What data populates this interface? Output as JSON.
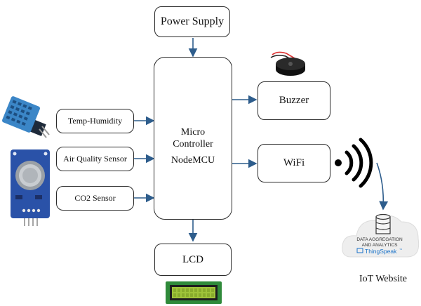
{
  "blocks": {
    "power_supply": "Power Supply",
    "controller_line1": "Micro",
    "controller_line2": "Controller",
    "controller_line3": "NodeMCU",
    "temp_humidity": "Temp-Humidity",
    "air_quality": "Air Quality Sensor",
    "co2": "CO2 Sensor",
    "buzzer": "Buzzer",
    "wifi": "WiFi",
    "lcd": "LCD"
  },
  "cloud": {
    "line1": "DATA AGGREGATION",
    "line2": "AND ANALYTICS",
    "brand": "ThingSpeak",
    "brand_mark": "™"
  },
  "iot_caption": "IoT Website",
  "colors": {
    "arrow": "#2e5d8c",
    "box_border": "#2b2b2b",
    "dht_blue": "#3b86c7",
    "sensor_board": "#2a52a8",
    "lcd_green": "#9fc33a",
    "thingspeak_blue": "#1a73c9"
  },
  "icons": [
    "temp-humidity-sensor-icon",
    "gas-sensor-icon",
    "buzzer-icon",
    "wifi-signal-icon",
    "lcd-module-icon",
    "cloud-icon",
    "database-icon"
  ]
}
